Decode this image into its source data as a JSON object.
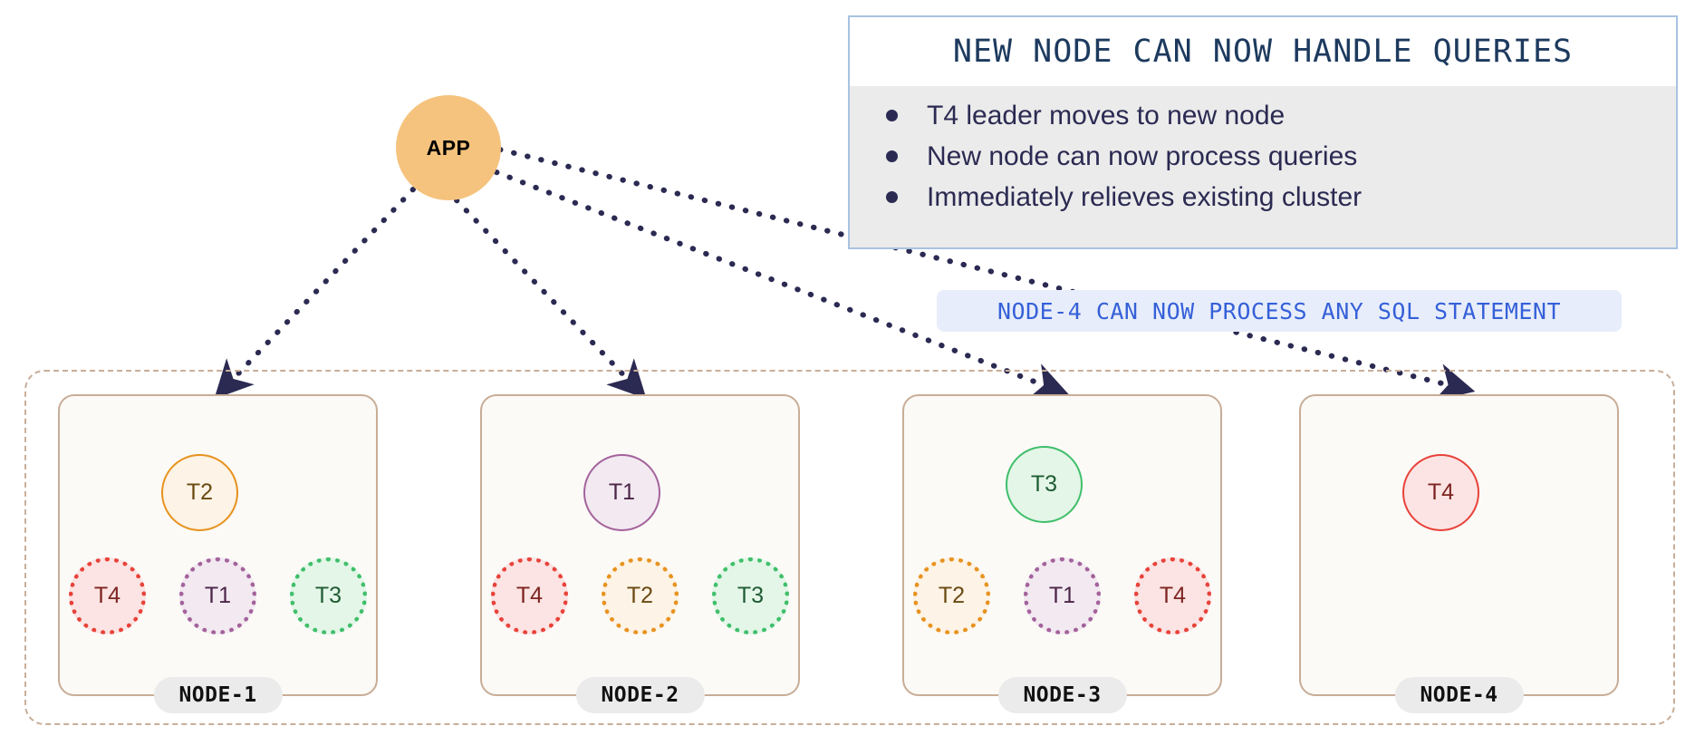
{
  "app": {
    "label": "APP"
  },
  "info_card": {
    "title": "NEW NODE CAN NOW HANDLE QUERIES",
    "border_color": "#a9c3e0",
    "title_color": "#1d3a5e",
    "body_bg": "#ebebeb",
    "bullets": [
      "T4 leader moves to new node",
      "New node can now process queries",
      "Immediately relieves existing cluster"
    ]
  },
  "sql_banner": {
    "text": "NODE-4 CAN NOW PROCESS ANY SQL STATEMENT",
    "text_color": "#3560d8",
    "bg_color": "#e7edfb"
  },
  "cluster": {
    "border_color": "#c9ae98",
    "nodes": [
      {
        "label": "NODE-1",
        "leader": {
          "name": "T2",
          "fill": "#fdf3e6",
          "border": "#e8921e",
          "text": "#6b4a12"
        },
        "followers": [
          {
            "name": "T4",
            "fill": "#fbe4e3",
            "border": "#e8423a",
            "text": "#7d2421"
          },
          {
            "name": "T1",
            "fill": "#f2e9f1",
            "border": "#a4629c",
            "text": "#4c2548"
          },
          {
            "name": "T3",
            "fill": "#e4f6e8",
            "border": "#3fbf6a",
            "text": "#1f5c33"
          }
        ]
      },
      {
        "label": "NODE-2",
        "leader": {
          "name": "T1",
          "fill": "#f2e9f1",
          "border": "#a4629c",
          "text": "#4c2548"
        },
        "followers": [
          {
            "name": "T4",
            "fill": "#fbe4e3",
            "border": "#e8423a",
            "text": "#7d2421"
          },
          {
            "name": "T2",
            "fill": "#fdf3e6",
            "border": "#e8921e",
            "text": "#6b4a12"
          },
          {
            "name": "T3",
            "fill": "#e4f6e8",
            "border": "#3fbf6a",
            "text": "#1f5c33"
          }
        ]
      },
      {
        "label": "NODE-3",
        "leader": {
          "name": "T3",
          "fill": "#e4f6e8",
          "border": "#3fbf6a",
          "text": "#1f5c33"
        },
        "followers": [
          {
            "name": "T2",
            "fill": "#fdf3e6",
            "border": "#e8921e",
            "text": "#6b4a12"
          },
          {
            "name": "T1",
            "fill": "#f2e9f1",
            "border": "#a4629c",
            "text": "#4c2548"
          },
          {
            "name": "T4",
            "fill": "#fbe4e3",
            "border": "#e8423a",
            "text": "#7d2421"
          }
        ]
      },
      {
        "label": "NODE-4",
        "leader": {
          "name": "T4",
          "fill": "#fbe4e3",
          "border": "#e8423a",
          "text": "#7d2421"
        },
        "followers": []
      }
    ]
  },
  "connections": {
    "color": "#2b2a52",
    "edges": [
      {
        "from": "APP",
        "to": "NODE-1"
      },
      {
        "from": "APP",
        "to": "NODE-2"
      },
      {
        "from": "APP",
        "to": "NODE-3"
      },
      {
        "from": "APP",
        "to": "NODE-4"
      }
    ]
  }
}
